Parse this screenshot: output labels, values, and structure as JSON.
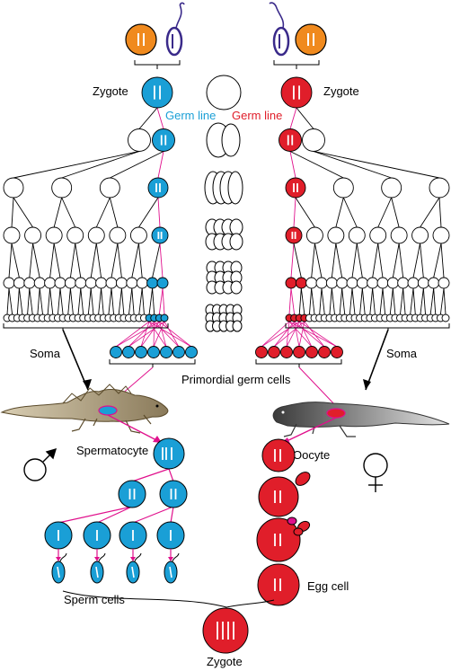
{
  "labels": {
    "zygote_left": "Zygote",
    "zygote_right": "Zygote",
    "germ_line_left": "Germ line",
    "germ_line_right": "Germ line",
    "soma_left": "Soma",
    "soma_right": "Soma",
    "primordial": "Primordial germ cells",
    "spermatocyte": "Spermatocyte",
    "oocyte": "Oocyte",
    "sperm_cells": "Sperm cells",
    "egg_cell": "Egg cell",
    "zygote_bottom": "Zygote"
  },
  "colors": {
    "male": "#1a9fd6",
    "female": "#e01e2a",
    "germ_line_link": "#e0108c",
    "gamete_orange": "#f08a1e",
    "sperm_purple": "#3a2a8a",
    "outline": "#000000"
  },
  "icons": [
    "male-symbol-icon",
    "female-symbol-icon",
    "sperm-icon",
    "newt-male-icon",
    "newt-female-icon"
  ]
}
